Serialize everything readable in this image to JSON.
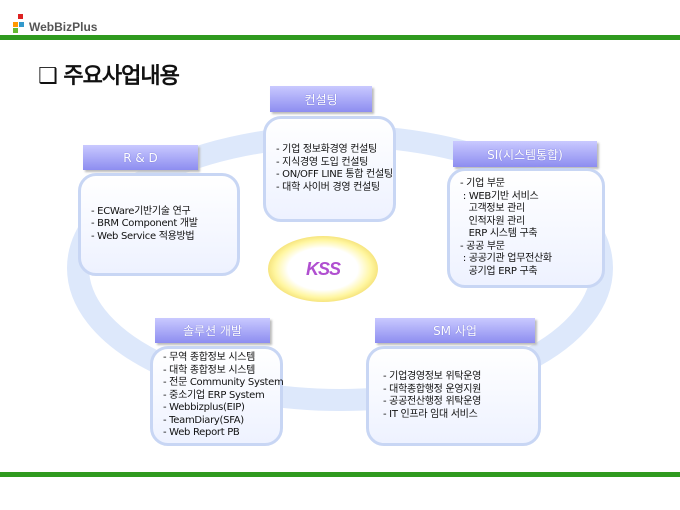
{
  "logo": {
    "text": "WebBizPlus"
  },
  "title": "❑ 주요사업내용",
  "center": "KSS",
  "sections": {
    "consulting": {
      "title": "컨설팅",
      "items": "- 기업 정보화경영 컨설팅\n- 지식경영 도입 컨설팅\n- ON/OFF LINE 통합 컨설팅\n- 대학 사이버 경영 컨설팅"
    },
    "rnd": {
      "title": "R & D",
      "items": "- ECWare기반기술 연구\n- BRM Component 개발\n- Web Service 적용방법"
    },
    "si": {
      "title": "SI(시스템통합)",
      "items": "- 기업 부문\n : WEB기반 서비스\n   고객정보 관리\n   인적자원 관리\n   ERP 시스템 구축\n- 공공 부문\n : 공공기관 업무전산화\n   공기업 ERP 구축"
    },
    "solution": {
      "title": "솔루션 개발",
      "items": "- 무역 종합정보 시스템\n- 대학 종합정보 시스템\n- 전문 Community System\n- 중소기업 ERP System\n- Webbizplus(EIP)\n- TeamDiary(SFA)\n- Web Report PB"
    },
    "sm": {
      "title": "SM 사업",
      "items": "- 기업경영정보 위탁운영\n- 대학종합행정 운영지원\n- 공공전산행정 위탁운영\n- IT 인프라 임대 서비스"
    }
  }
}
